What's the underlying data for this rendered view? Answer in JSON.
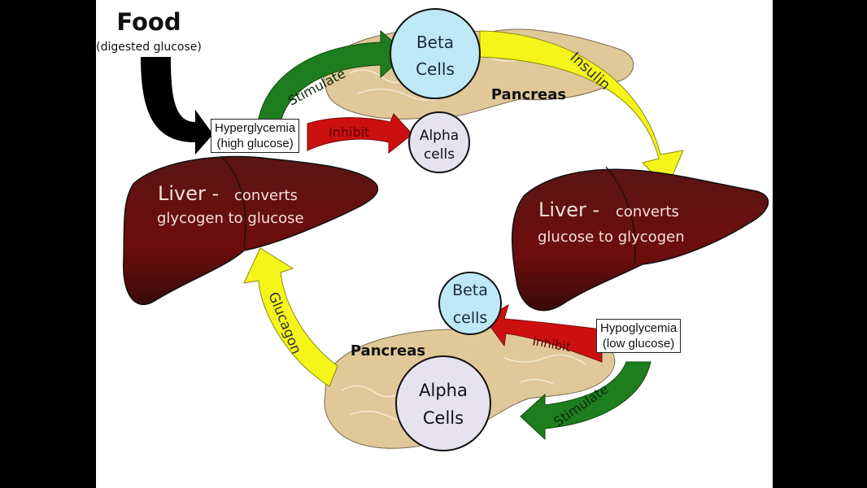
{
  "title": "Blood glucose regulation",
  "food": {
    "label": "Food",
    "sublabel": "(digested glucose)"
  },
  "top_cycle": {
    "condition": {
      "line1": "Hyperglycemia",
      "line2": "(high glucose)"
    },
    "stimulate_label": "Stimulate",
    "inhibit_label": "Inhibit",
    "beta_cells": {
      "line1": "Beta",
      "line2": "Cells"
    },
    "alpha_cells": {
      "line1": "Alpha",
      "line2": "cells"
    },
    "pancreas_label": "Pancreas",
    "hormone_label": "Insulin",
    "liver": {
      "title": "Liver -",
      "line1_rest": "converts",
      "line2": "glucose to glycogen"
    }
  },
  "bottom_cycle": {
    "condition": {
      "line1": "Hypoglycemia",
      "line2": "(low glucose)"
    },
    "stimulate_label": "Stimulate",
    "inhibit_label": "Inhibit",
    "beta_cells": {
      "line1": "Beta",
      "line2": "cells"
    },
    "alpha_cells": {
      "line1": "Alpha",
      "line2": "Cells"
    },
    "pancreas_label": "Pancreas",
    "hormone_label": "Glucagon",
    "liver": {
      "title": "Liver -",
      "line1_rest": "converts",
      "line2": "glycogen to glucose"
    }
  },
  "colors": {
    "stimulate": "#1e7d1e",
    "inhibit": "#cc1010",
    "hormone": "#f5f51a",
    "liver": "#6b0f0f",
    "pancreas": "#e0c898",
    "beta_cells": "#bfe8f7",
    "alpha_cells": "#e6e2ee"
  }
}
